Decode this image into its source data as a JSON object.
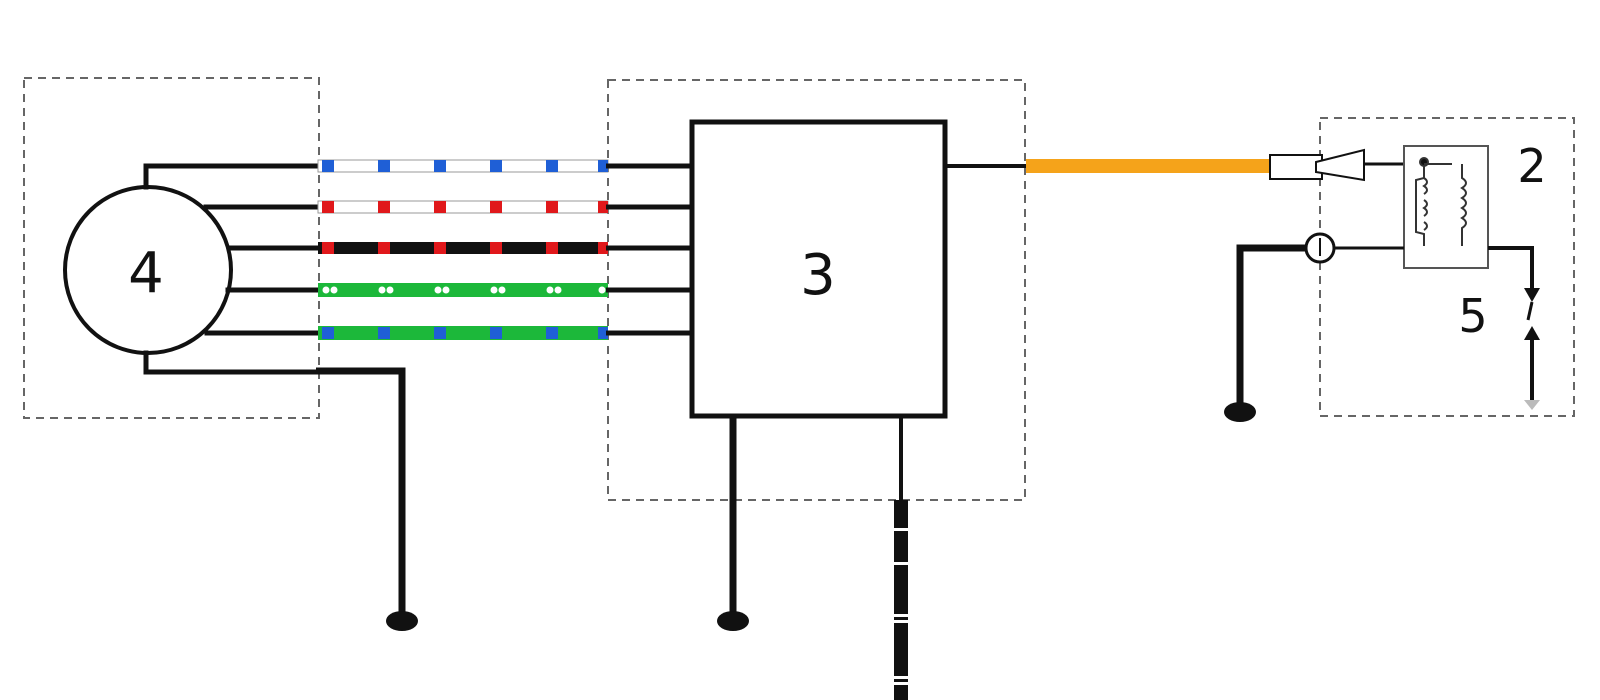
{
  "diagram": {
    "labels": {
      "generator": "4",
      "module": "3",
      "relay_box": "2",
      "switch": "5"
    },
    "colors": {
      "wire": "#111111",
      "box_dash": "#666666",
      "orange_wire": "#f5a31a",
      "blue_stripe": "#1f5fd6",
      "red_stripe": "#e0181b",
      "green_wire": "#1cb83a",
      "white_wire": "#ffffff"
    },
    "harness": [
      {
        "name": "blue-white",
        "base": "white",
        "stripe": "blue"
      },
      {
        "name": "red-white",
        "base": "white",
        "stripe": "red"
      },
      {
        "name": "red-black",
        "base": "black",
        "stripe": "red"
      },
      {
        "name": "white-green",
        "base": "green",
        "stripe": "white"
      },
      {
        "name": "blue-green",
        "base": "green",
        "stripe": "blue"
      }
    ]
  }
}
